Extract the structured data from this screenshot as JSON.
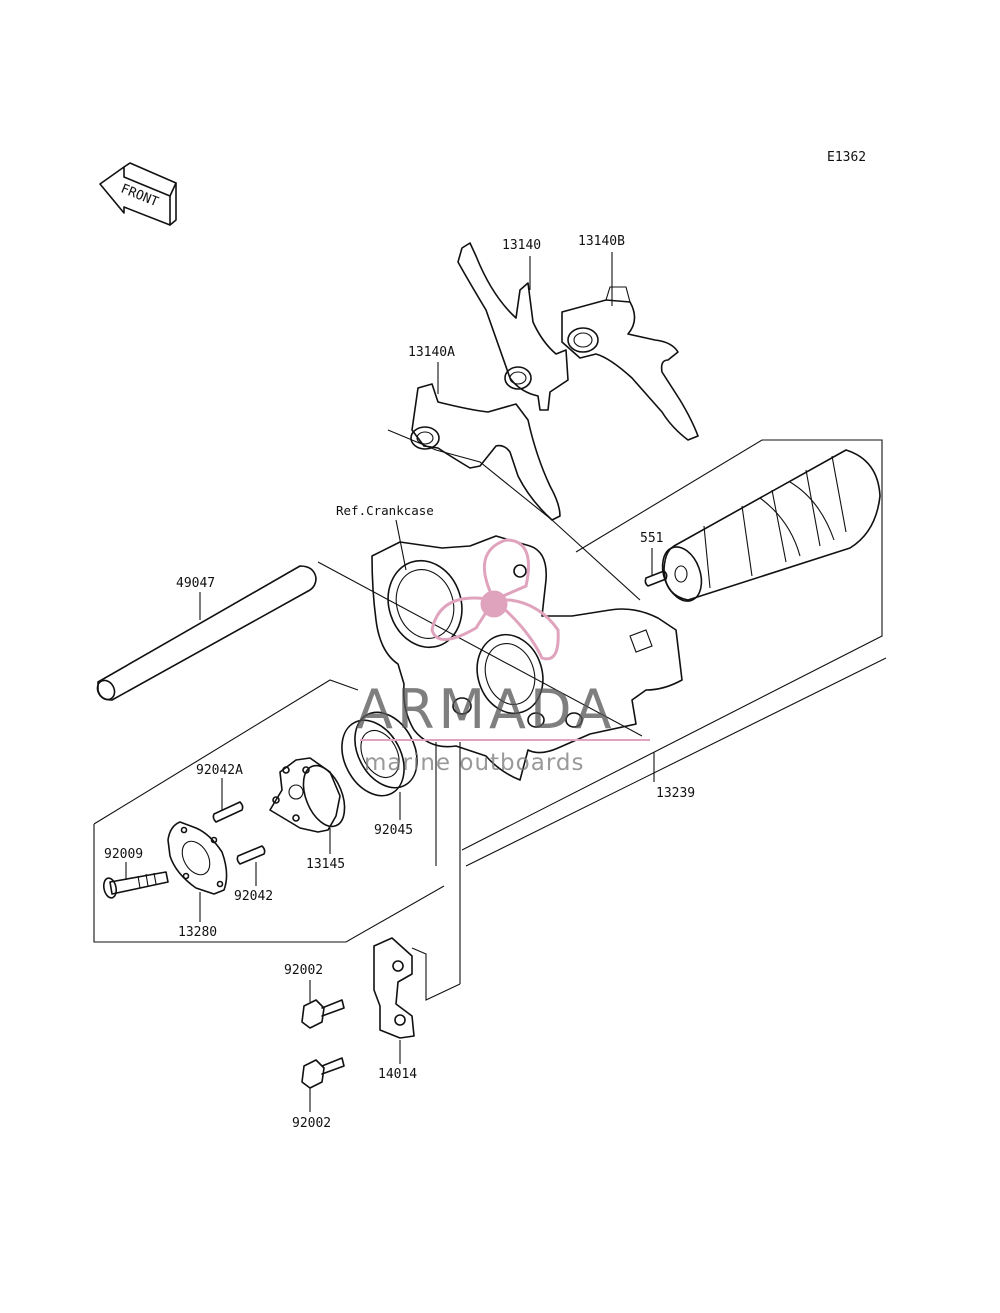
{
  "diagram": {
    "code": "E1362",
    "front_arrow_label": "FRONT",
    "reference": "Ref.Crankcase",
    "watermark": {
      "brand": "ARMADA",
      "tagline": "marine outboards",
      "color": "#e0a3bd"
    },
    "parts": [
      "13140",
      "13140B",
      "13140A",
      "551",
      "49047",
      "92042A",
      "92045",
      "13239",
      "92009",
      "13145",
      "92042",
      "13280",
      "92002",
      "14014",
      "92002"
    ]
  }
}
